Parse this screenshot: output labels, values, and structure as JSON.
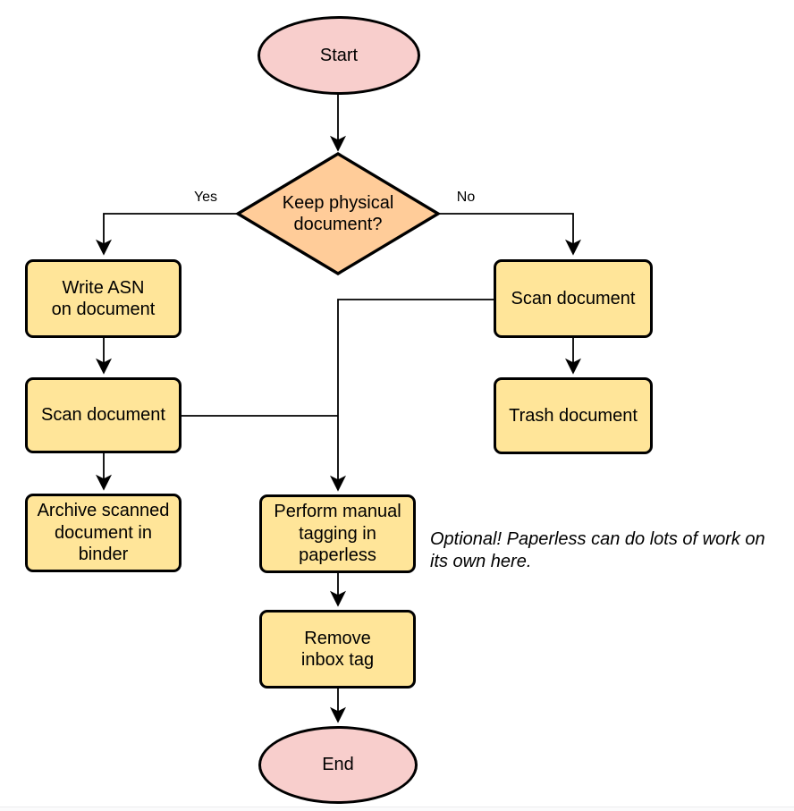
{
  "colors": {
    "terminal_fill": "#f8cecc",
    "decision_fill": "#ffcc99",
    "process_fill": "#ffe599",
    "shape_stroke": "#000000",
    "edge_stroke": "#000000"
  },
  "flowchart": {
    "nodes": {
      "start": {
        "type": "terminal",
        "label": "Start"
      },
      "decision": {
        "type": "decision",
        "label": "Keep physical\ndocument?"
      },
      "write_asn": {
        "type": "process",
        "label": "Write ASN\non document"
      },
      "scan_left": {
        "type": "process",
        "label": "Scan document"
      },
      "archive": {
        "type": "process",
        "label": "Archive scanned\ndocument in\nbinder"
      },
      "scan_right": {
        "type": "process",
        "label": "Scan document"
      },
      "trash": {
        "type": "process",
        "label": "Trash document"
      },
      "tagging": {
        "type": "process",
        "label": "Perform manual\ntagging in\npaperless"
      },
      "remove_inbox": {
        "type": "process",
        "label": "Remove\ninbox tag"
      },
      "end": {
        "type": "terminal",
        "label": "End"
      }
    },
    "edge_labels": {
      "yes": "Yes",
      "no": "No"
    },
    "annotation": "Optional! Paperless can do lots of work on\nits own here."
  }
}
